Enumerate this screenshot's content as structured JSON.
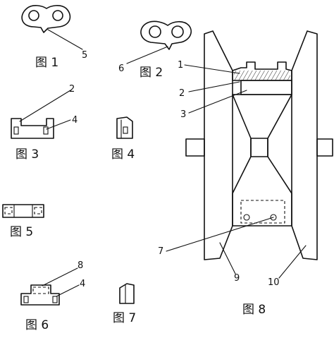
{
  "figures": {
    "fig1": {
      "caption": "图 1",
      "callouts": [
        "5"
      ]
    },
    "fig2": {
      "caption": "图 2",
      "callouts": [
        "6"
      ]
    },
    "fig3": {
      "caption": "图 3",
      "callouts": [
        "2",
        "4"
      ]
    },
    "fig4": {
      "caption": "图 4"
    },
    "fig5": {
      "caption": "图 5"
    },
    "fig6": {
      "caption": "图 6",
      "callouts": [
        "8",
        "4"
      ]
    },
    "fig7": {
      "caption": "图 7"
    },
    "fig8": {
      "caption": "图 8",
      "callouts": [
        "1",
        "2",
        "3",
        "7",
        "9",
        "10"
      ]
    }
  }
}
